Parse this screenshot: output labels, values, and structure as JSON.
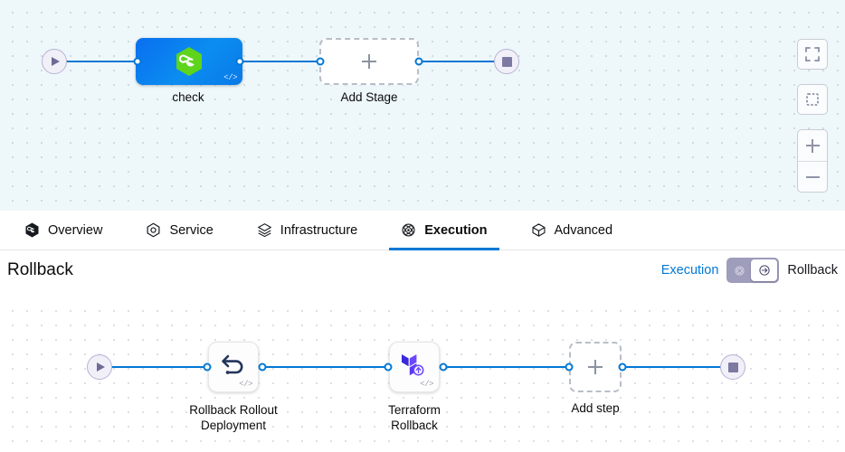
{
  "top_canvas": {
    "start_node": {
      "icon": "play-icon"
    },
    "end_node": {
      "icon": "stop-icon"
    },
    "stage": {
      "label": "check",
      "icon": "harness-hexagon-icon",
      "code_badge": "</>"
    },
    "add_stage": {
      "label": "Add Stage",
      "icon": "plus-icon"
    },
    "controls": {
      "fit_to_screen": "fit-to-screen-icon",
      "select_frame": "dashed-frame-icon",
      "zoom_in": "plus-icon",
      "zoom_out": "minus-icon"
    }
  },
  "tabs": [
    {
      "label": "Overview",
      "icon": "harness-hexagon-icon",
      "active": false
    },
    {
      "label": "Service",
      "icon": "service-hexagon-icon",
      "active": false
    },
    {
      "label": "Infrastructure",
      "icon": "infrastructure-layers-icon",
      "active": false
    },
    {
      "label": "Execution",
      "icon": "execution-atom-icon",
      "active": true
    },
    {
      "label": "Advanced",
      "icon": "advanced-cube-icon",
      "active": false
    }
  ],
  "rollback_header": {
    "title": "Rollback",
    "toggle_left_label": "Execution",
    "toggle_right_label": "Rollback",
    "toggle_state": "rollback",
    "toggle_off_icon": "execution-atom-icon",
    "toggle_on_icon": "rollback-arrow-icon",
    "accent_color": "#0278d5",
    "toggle_track_color": "#9e9dbc"
  },
  "bottom_canvas": {
    "start_node": {
      "icon": "play-icon"
    },
    "end_node": {
      "icon": "stop-icon"
    },
    "steps": [
      {
        "label": "Rollback Rollout\nDeployment",
        "icon": "rollback-undo-arrow-icon",
        "code_badge": "</>"
      },
      {
        "label": "Terraform\nRollback",
        "icon": "terraform-rollback-icon",
        "code_badge": "</>"
      }
    ],
    "add_step": {
      "label": "Add step",
      "icon": "plus-icon"
    }
  }
}
